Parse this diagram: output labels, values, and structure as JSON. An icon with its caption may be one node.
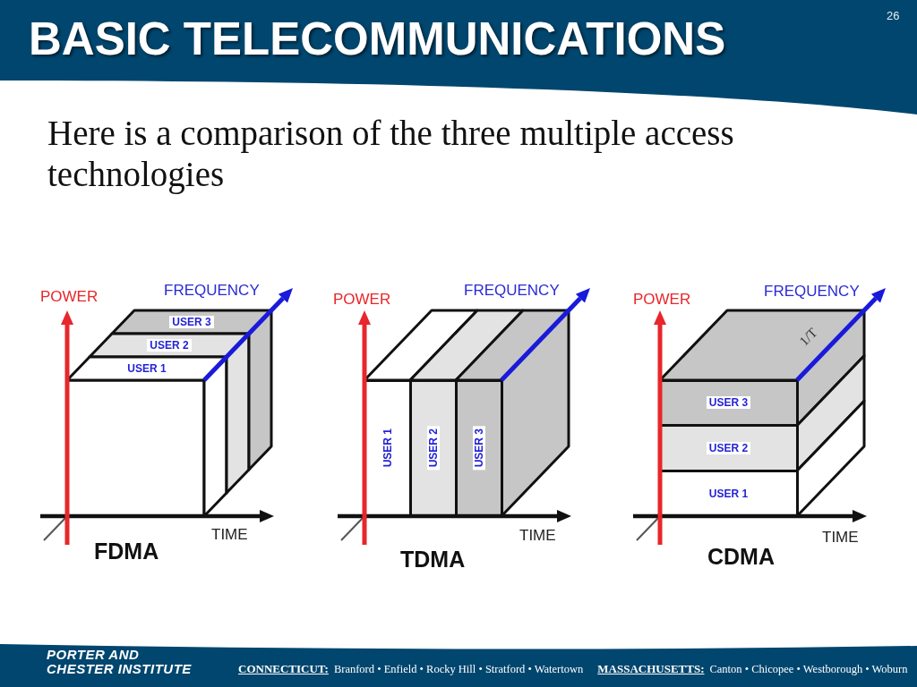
{
  "diagram": {
    "title": "BASIC TELECOMMUNICATIONS",
    "nodes": [
      {
        "text": [
          "USER 3"
        ]
      },
      {
        "text": [
          "USER 2"
        ]
      },
      {
        "text": [
          "USER 1"
        ]
      },
      {
        "text": [
          "USER 1"
        ]
      },
      {
        "text": [
          "USER 2"
        ]
      },
      {
        "text": [
          "USER 3"
        ]
      },
      {
        "text": [
          "USER 3"
        ]
      },
      {
        "text": [
          "USER 2"
        ]
      },
      {
        "text": [
          "USER 1"
        ]
      }
    ],
    "labels": [
      "26",
      "Here is a comparison of the three multiple access technologies",
      "POWER",
      "FREQUENCY",
      "TIME",
      "FDMA",
      "POWER",
      "FREQUENCY",
      "TIME",
      "TDMA",
      "POWER",
      "FREQUENCY",
      "1/T",
      "TIME",
      "CDMA",
      "PORTER AND CHESTER INSTITUTE",
      "CONNECTICUT:",
      "Branford • Enfield • Rocky Hill • Stratford • Watertown",
      "MASSACHUSETTS:",
      "Canton • Chicopee • Westborough • Woburn"
    ]
  }
}
